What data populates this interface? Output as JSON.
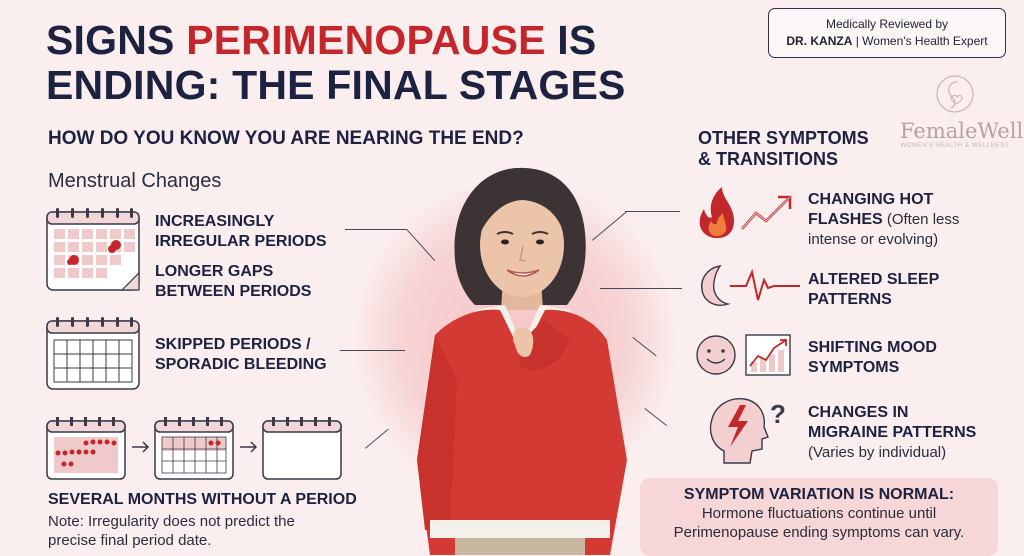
{
  "title": {
    "part1": "SIGNS ",
    "highlight": "PERIMENOPAUSE",
    "part2": " IS",
    "line2": "ENDING: THE FINAL STAGES"
  },
  "subtitle": "HOW DO YOU KNOW YOU ARE NEARING THE END?",
  "badge": {
    "line1": "Medically Reviewed by",
    "name": "DR. KANZA",
    "sep": " | ",
    "role": "Women's Health Expert"
  },
  "logo": {
    "name": "FemaleWell",
    "tagline": "WOMEN'S HEALTH & WELLNESS"
  },
  "menstrual": {
    "heading": "Menstrual Changes",
    "item1": {
      "l1": "INCREASINGLY",
      "l2": "IRREGULAR PERIODS"
    },
    "item2": {
      "l1": "LONGER GAPS",
      "l2": "BETWEEN PERIODS"
    },
    "item3": {
      "l1": "SKIPPED PERIODS /",
      "l2": "SPORADIC BLEEDING"
    },
    "item4": "SEVERAL MONTHS WITHOUT A PERIOD",
    "note": {
      "l1": "Note: Irregularity does not predict the",
      "l2": "precise final period date."
    }
  },
  "other": {
    "heading": {
      "l1": "OTHER SYMPTOMS",
      "l2": "& TRANSITIONS"
    },
    "hot": {
      "l1": "CHANGING HOT",
      "l2": "FLASHES",
      "extra": " (Often less",
      "l3": "intense or evolving)"
    },
    "sleep": {
      "l1": "ALTERED SLEEP",
      "l2": "PATTERNS"
    },
    "mood": {
      "l1": "SHIFTING MOOD",
      "l2": "SYMPTOMS"
    },
    "migraine": {
      "l1": "CHANGES IN",
      "l2": "MIGRAINE PATTERNS",
      "l3": "(Varies by individual)"
    }
  },
  "variation": {
    "title": "SYMPTOM VARIATION IS NORMAL:",
    "l1": "Hormone fluctuations continue until",
    "l2": "Perimenopause ending symptoms can vary."
  },
  "colors": {
    "accent": "#c4272b",
    "navy": "#1c2240",
    "background": "#fbeeee"
  }
}
